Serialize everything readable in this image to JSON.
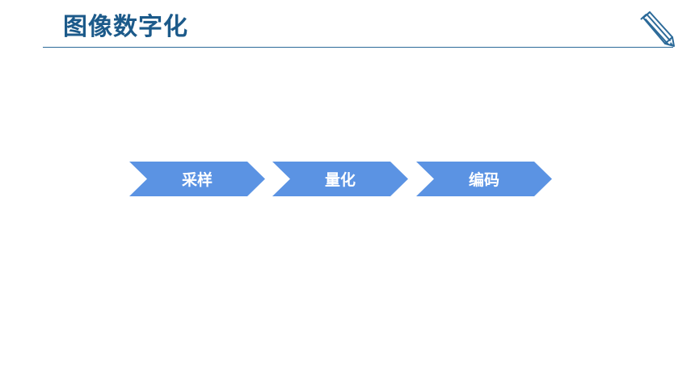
{
  "slide": {
    "title": "图像数字化"
  },
  "flow": {
    "steps": [
      {
        "label": "采样"
      },
      {
        "label": "量化"
      },
      {
        "label": "编码"
      }
    ]
  },
  "colors": {
    "title": "#1c5a8a",
    "rule": "#2c6a99",
    "chevron_fill": "#5b93e3",
    "chevron_text": "#ffffff"
  },
  "icons": {
    "corner": "pencil-icon"
  }
}
